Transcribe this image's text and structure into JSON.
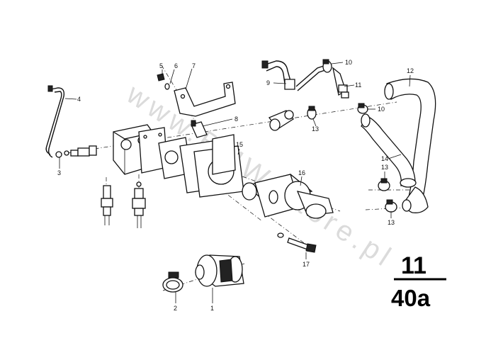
{
  "watermark": "www.BMW-Store.pl",
  "group_number": "11",
  "sheet_number": "40a",
  "part_labels": [
    "1",
    "2",
    "3",
    "4",
    "5",
    "6",
    "7",
    "8",
    "9",
    "10",
    "10",
    "11",
    "12",
    "13",
    "13",
    "13",
    "14",
    "15",
    "16",
    "17"
  ]
}
